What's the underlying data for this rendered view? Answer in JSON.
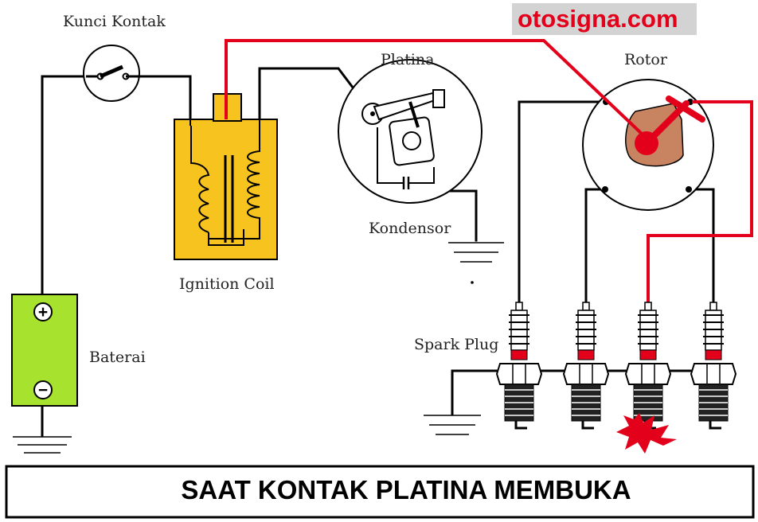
{
  "brand": {
    "text": "otosigna.com",
    "color": "#e3001b",
    "background": "#d3d3d3"
  },
  "labels": {
    "kunci_kontak": "Kunci Kontak",
    "platina": "Platina",
    "rotor": "Rotor",
    "kondensor": "Kondensor",
    "ignition_coil": "Ignition Coil",
    "baterai": "Baterai",
    "spark_plug": "Spark Plug"
  },
  "battery": {
    "positive": "+",
    "negative": "−",
    "color": "#a6e22e"
  },
  "coil": {
    "color": "#f7c31f"
  },
  "rotor": {
    "color": "#c88360"
  },
  "caption": "SAAT KONTAK PLATINA  MEMBUKA",
  "colors": {
    "wire": "#000000",
    "high_voltage": "#e3001b",
    "spark": "#e3001b"
  }
}
